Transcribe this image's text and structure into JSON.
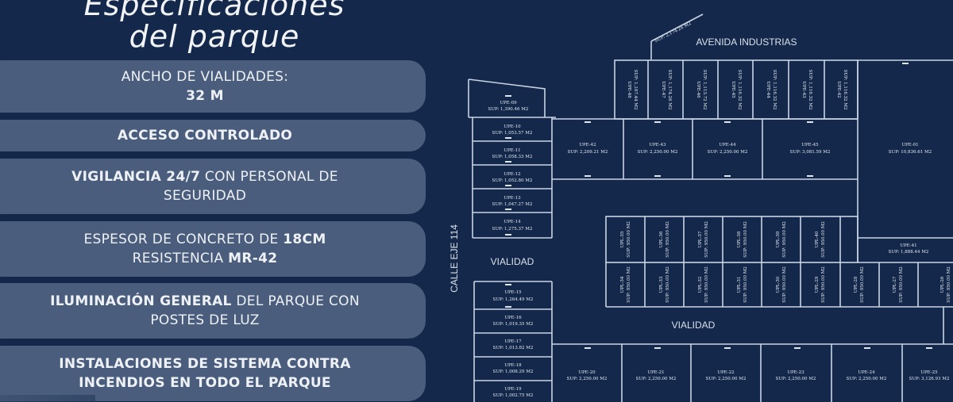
{
  "header": {
    "title_line1": "Especificaciones",
    "title_line2": "del parque"
  },
  "specs": [
    {
      "id": "ancho",
      "line1_normal": "ANCHO DE VIALIDADES:",
      "line2_bold": "32 M"
    },
    {
      "id": "acceso",
      "line1_bold": "ACCESO CONTROLADO"
    },
    {
      "id": "vigilancia",
      "line1_bold": "VIGILANCIA 24/7",
      "line1_normal": " CON PERSONAL DE",
      "line2_normal": "SEGURIDAD"
    },
    {
      "id": "concreto",
      "line1_normal": "ESPESOR DE CONCRETO DE ",
      "line1_bold": "18CM",
      "line2_normal": "RESISTENCIA ",
      "line2_bold": "MR-42"
    },
    {
      "id": "iluminacion",
      "line1_bold": "ILUMINACIÓN GENERAL",
      "line1_normal": " DEL PARQUE CON",
      "line2_normal": "POSTES DE LUZ"
    },
    {
      "id": "incendios",
      "line1_bold": "INSTALACIONES DE SISTEMA CONTRA",
      "line2_bold": "INCENDIOS EN TODO EL PARQUE"
    }
  ],
  "plan": {
    "streets": {
      "avenida": "AVENIDA INDUSTRIAS",
      "calle": "CALLE EJE 114",
      "vialidad_left": "VIALIDAD",
      "vialidad_center": "VIALIDAD",
      "diagonal_sup": "SUP: 2,174.26 M2"
    },
    "left_column_lots": [
      {
        "name": "UPE-09",
        "sup": "SUP: 1,390.46 M2"
      },
      {
        "name": "UPE-10",
        "sup": "SUP: 1,053.57 M2"
      },
      {
        "name": "UPE-11",
        "sup": "SUP: 1,058.33 M2"
      },
      {
        "name": "UPE-12",
        "sup": "SUP: 1,052.80 M2"
      },
      {
        "name": "UPE-13",
        "sup": "SUP: 1,047.27 M2"
      },
      {
        "name": "UPE-14",
        "sup": "SUP: 1,275.37 M2"
      },
      {
        "name": "UPE-15",
        "sup": "SUP: 1,264.49 M2"
      },
      {
        "name": "UPE-16",
        "sup": "SUP: 1,019.35 M2"
      },
      {
        "name": "UPE-17",
        "sup": "SUP: 1,013.82 M2"
      },
      {
        "name": "UPE-18",
        "sup": "SUP: 1,008.29 M2"
      },
      {
        "name": "UPE-19",
        "sup": "SUP: 1,002.75 M2"
      }
    ],
    "top_narrow_lots": [
      {
        "name": "UPE-48",
        "sup": "SUP: 1,187.44 M2"
      },
      {
        "name": "UPE-47",
        "sup": "SUP: 1,174.26 M2"
      },
      {
        "name": "UPE-46",
        "sup": "SUP: 1,113.72 M2"
      },
      {
        "name": "UPE-45",
        "sup": "SUP: 1,116.32 M2"
      },
      {
        "name": "UPE-44",
        "sup": "SUP: 1,116.32 M2"
      },
      {
        "name": "UPE-43",
        "sup": "SUP: 1,116.32 M2"
      },
      {
        "name": "UPE-42",
        "sup": "SUP: 1,116.32 M2"
      }
    ],
    "middle_row_lots": [
      {
        "name": "UPE-42",
        "sup": "SUP: 2,209.21 M2"
      },
      {
        "name": "UPE-43",
        "sup": "SUP: 2,250.00 M2"
      },
      {
        "name": "UPE-44",
        "sup": "SUP: 2,250.00 M2"
      },
      {
        "name": "UPE-45",
        "sup": "SUP: 3,081.59 M2"
      }
    ],
    "big_lot": {
      "name": "UPE-01",
      "sup": "SUP: 10,836.61 M2"
    },
    "side_lot": {
      "name": "UPE-41",
      "sup": "SUP: 1,888.44 M2"
    },
    "small_upper_row": [
      {
        "name": "UPL-35",
        "sup": "SUP: 950.00 M2"
      },
      {
        "name": "UPL-36",
        "sup": "SUP: 950.00 M2"
      },
      {
        "name": "UPL-37",
        "sup": "SUP: 950.00 M2"
      },
      {
        "name": "UPL-38",
        "sup": "SUP: 950.00 M2"
      },
      {
        "name": "UPL-39",
        "sup": "SUP: 950.00 M2"
      },
      {
        "name": "UPL-40",
        "sup": "SUP: 950.00 M2"
      }
    ],
    "small_lower_row": [
      {
        "name": "UPL-34",
        "sup": "SUP: 950.00 M2"
      },
      {
        "name": "UPL-33",
        "sup": "SUP: 950.00 M2"
      },
      {
        "name": "UPL-32",
        "sup": "SUP: 950.00 M2"
      },
      {
        "name": "UPL-31",
        "sup": "SUP: 950.00 M2"
      },
      {
        "name": "UPL-30",
        "sup": "SUP: 950.00 M2"
      },
      {
        "name": "UPL-29",
        "sup": "SUP: 950.00 M2"
      },
      {
        "name": "UPL-28",
        "sup": "SUP: 950.00 M2"
      },
      {
        "name": "UPL-27",
        "sup": "SUP: 950.00 M2"
      },
      {
        "name": "UPL-26",
        "sup": "SUP: 950.00 M2"
      }
    ],
    "bottom_row_lots": [
      {
        "name": "UPE-20",
        "sup": "SUP: 2,250.00 M2"
      },
      {
        "name": "UPE-21",
        "sup": "SUP: 2,250.00 M2"
      },
      {
        "name": "UPE-22",
        "sup": "SUP: 2,250.00 M2"
      },
      {
        "name": "UPE-23",
        "sup": "SUP: 2,250.00 M2"
      },
      {
        "name": "UPE-24",
        "sup": "SUP: 2,250.00 M2"
      },
      {
        "name": "UPE-25",
        "sup": "SUP: 3,126.93 M2"
      }
    ]
  },
  "colors": {
    "background": "#13284a",
    "pill": "#4a5d7c",
    "plan_line": "#c9d4e4"
  }
}
